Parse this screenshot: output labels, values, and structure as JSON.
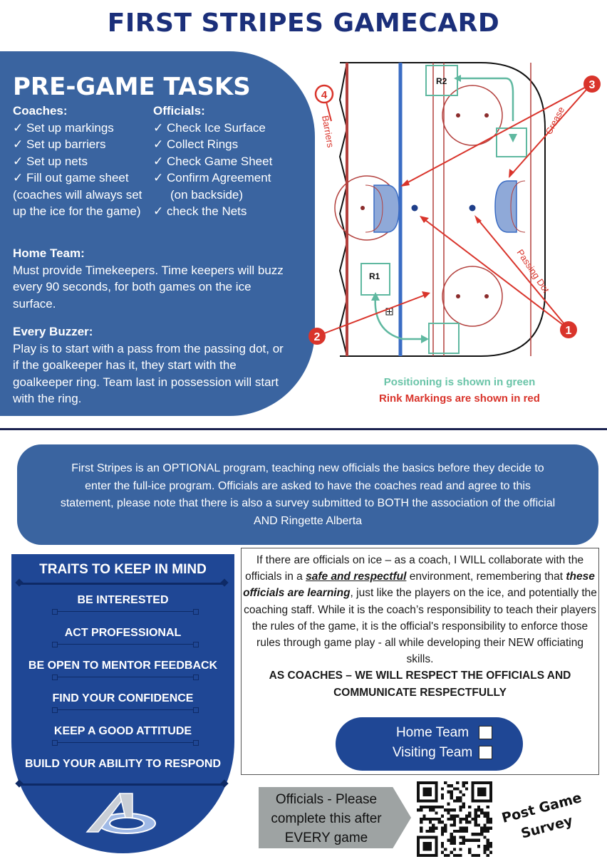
{
  "title": "FIRST STRIPES GAMECARD",
  "pregame": {
    "heading": "PRE-GAME TASKS",
    "coaches_heading": "Coaches:",
    "coaches_items": [
      "✓ Set up markings",
      "✓ Set up barriers",
      "✓ Set up nets",
      "✓ Fill out game sheet (coaches will always set up the ice for the game)"
    ],
    "officials_heading": "Officials:",
    "officials_items": [
      "✓ Check Ice Surface",
      "✓ Collect Rings",
      "✓ Check Game Sheet",
      "✓ Confirm Agreement",
      "(on backside)",
      "✓ check the Nets"
    ],
    "home_heading": "Home Team:",
    "home_text": "Must provide Timekeepers. Time keepers will buzz every 90 seconds, for both games on the ice surface.",
    "buzzer_heading": "Every Buzzer:",
    "buzzer_text": "Play is to start with a pass from the passing dot, or if the goalkeeper has it, they start with the goalkeeper ring. Team last in possession will start with the ring."
  },
  "rink": {
    "labels": {
      "barriers": "Barriers",
      "crease": "Crease",
      "passing_dot": "Passing Dot",
      "r1": "R1",
      "r2": "R2",
      "n1": "1",
      "n2": "2",
      "n3": "3",
      "n4": "4"
    },
    "colors": {
      "marking": "#d9342b",
      "position": "#5fb8a0",
      "blue_line": "#3a6cc4",
      "crease": "#8fa9d8"
    }
  },
  "legend": {
    "green": "Positioning is shown in green",
    "red": "Rink Markings are shown in red"
  },
  "optional_text": "First Stripes is an OPTIONAL program, teaching new officials the basics before they decide to enter the full-ice program. Officials are asked to have the coaches read and agree to this statement, please note that there is also a survey submitted to BOTH the association of the official AND Ringette Alberta",
  "traits": {
    "heading": "TRAITS TO KEEP IN MIND",
    "items": [
      "BE INTERESTED",
      "ACT PROFESSIONAL",
      "BE OPEN TO MENTOR FEEDBACK",
      "FIND YOUR CONFIDENCE",
      "KEEP A GOOD ATTITUDE",
      "BUILD YOUR ABILITY TO RESPOND"
    ]
  },
  "statement": {
    "part1": "If there are officials on ice – as a coach, I WILL collaborate with the officials in a ",
    "emph1": "safe and respectful",
    "part2": " environment, remembering that ",
    "emph2": "these officials are learning",
    "part3": ", just like the players on the ice, and potentially the coaching staff. While it is the coach’s responsibility to teach their players the rules of the game, it is the official's responsibility to enforce those rules through game play - all while developing their NEW officiating skills.",
    "bold": "AS COACHES – WE WILL RESPECT THE OFFICIALS AND COMMUNICATE RESPECTFULLY"
  },
  "teams": {
    "home": "Home Team",
    "visiting": "Visiting Team"
  },
  "survey": {
    "arrow_text": "Officials - Please complete this after EVERY game",
    "label": "Post Game Survey"
  }
}
